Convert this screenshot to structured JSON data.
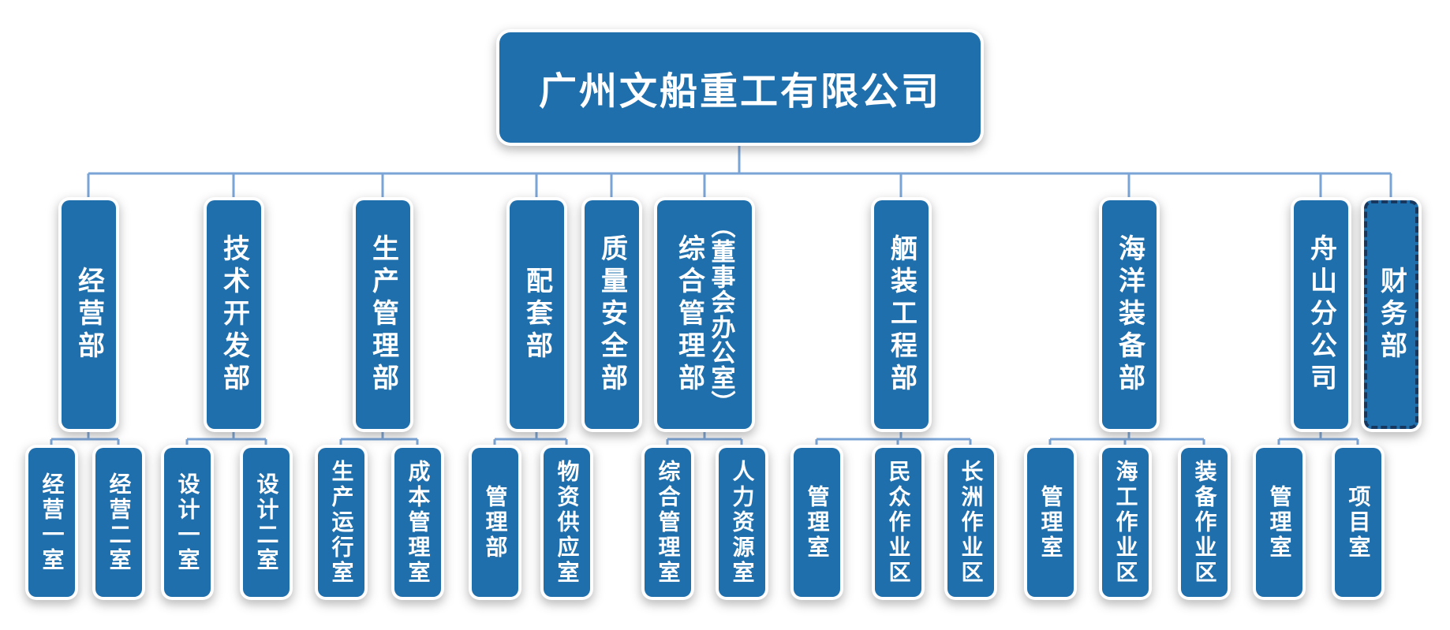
{
  "colors": {
    "canvas_bg": "#ffffff",
    "node_fill": "#1f6fad",
    "node_text": "#ffffff",
    "connector": "#7aa4d6",
    "dashed_border": "#17375e"
  },
  "root": {
    "label": "广州文船重工有限公司"
  },
  "departments": [
    {
      "label": "经营部",
      "children": [
        "经营一室",
        "经营二室"
      ]
    },
    {
      "label": "技术开发部",
      "children": [
        "设计一室",
        "设计二室"
      ]
    },
    {
      "label": "生产管理部",
      "children": [
        "生产运行室",
        "成本管理室"
      ]
    },
    {
      "label": "配套部",
      "children": [
        "管理部",
        "物资供应室"
      ]
    },
    {
      "label": "质量安全部",
      "children": []
    },
    {
      "label": "综合管理部",
      "sublabel": "（董事会办公室）",
      "children": [
        "综合管理室",
        "人力资源室"
      ]
    },
    {
      "label": "舾装工程部",
      "children": [
        "管理室",
        "民众作业区",
        "长洲作业区"
      ]
    },
    {
      "label": "海洋装备部",
      "children": [
        "管理室",
        "海工作业区",
        "装备作业区"
      ]
    },
    {
      "label": "舟山分公司",
      "children": [
        "管理室",
        "项目室"
      ]
    },
    {
      "label": "财务部",
      "children": [],
      "style": "dashed"
    }
  ]
}
